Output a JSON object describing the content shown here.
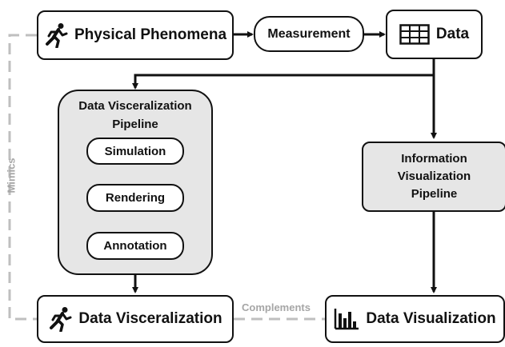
{
  "nodes": {
    "physical_phenomena": "Physical Phenomena",
    "measurement": "Measurement",
    "data": "Data",
    "dv_pipeline_line1": "Data Visceralization",
    "dv_pipeline_line2": "Pipeline",
    "simulation": "Simulation",
    "rendering": "Rendering",
    "annotation": "Annotation",
    "iv_pipeline_line1": "Information",
    "iv_pipeline_line2": "Visualization",
    "iv_pipeline_line3": "Pipeline",
    "data_visceralization": "Data Visceralization",
    "data_visualization": "Data Visualization"
  },
  "edge_labels": {
    "mimics": "Mimics",
    "complements": "Complements"
  },
  "icons": {
    "runner": "running-person-icon",
    "table": "table-grid-icon",
    "barchart": "bar-chart-icon"
  },
  "colors": {
    "stroke": "#111111",
    "dashed": "#bfbfbf",
    "panel_fill": "#e6e6e6"
  }
}
